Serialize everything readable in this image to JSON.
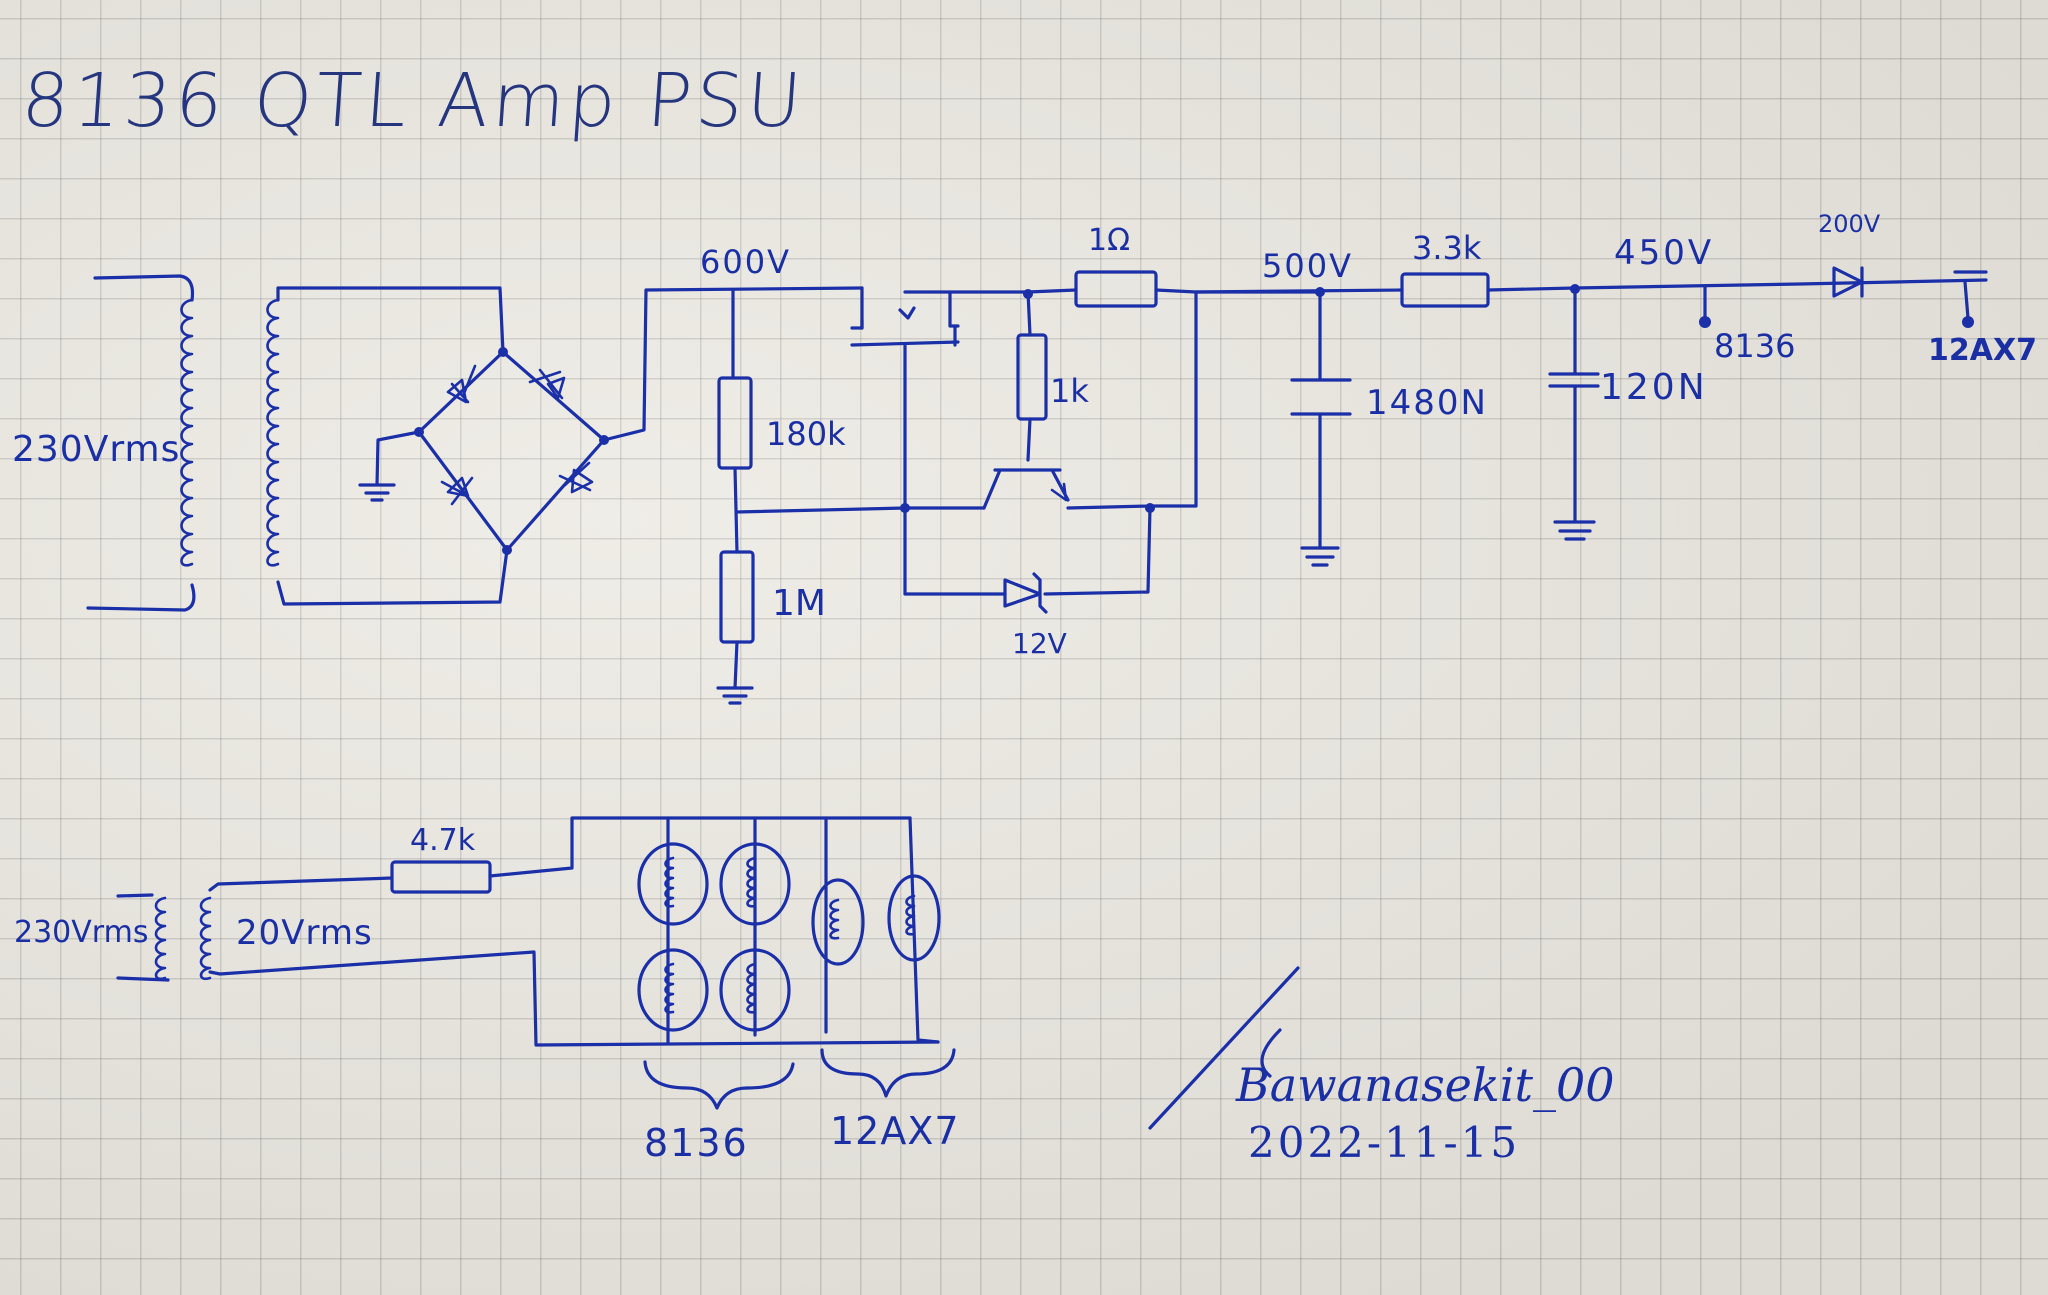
{
  "title": "8136 QTL Amp PSU",
  "labels": {
    "mains_top": "230Vrms",
    "v600": "600V",
    "r_180k": "180k",
    "r_1m": "1M",
    "r_1k": "1k",
    "r_1ohm": "1Ω",
    "zener_12v": "12V",
    "v500": "500V",
    "r_3k3": "3.3k",
    "c_1480": "1480N",
    "v450": "450V",
    "c_120": "120N",
    "v200": "200V",
    "out_8136": "8136",
    "out_12ax7": "12AX7",
    "mains_bottom": "230Vrms",
    "v20": "20Vrms",
    "r_4k7": "4.7k",
    "heaters_8136": "8136",
    "heaters_12ax7": "12AX7"
  },
  "signature": {
    "name": "Bawanasekit_00",
    "date": "2022-11-15"
  },
  "colors": {
    "ink": "#1a2fa8",
    "paper": "#ece9e2",
    "grid": "#8a8a8a"
  }
}
